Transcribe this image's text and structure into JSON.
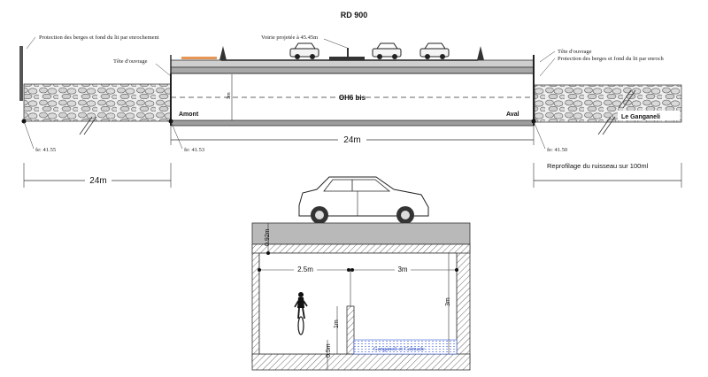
{
  "title": "RD 900",
  "profile": {
    "left_protection": "Protection des berges et fond du lit par enrochement",
    "left_head": "Tête d'ouvrage",
    "road_project": "Voirie projetée à 45.45m",
    "right_head": "Tête d'ouvrage",
    "right_protection": "Protection des berges et fond du lit par enroch",
    "culvert_name": "OH6 bis",
    "culvert_height": "3m",
    "upstream": "Amont",
    "downstream": "Aval",
    "stream_name": "Le Ganganeli",
    "fe_left": "fe: 41.55",
    "fe_mid": "fe: 41.53",
    "fe_right": "fe: 41.50",
    "length_culvert": "24m",
    "length_upstream": "24m",
    "reprofiling": "Reprofilage du ruisseau sur 100ml"
  },
  "section": {
    "dim_top_slab": "0.92m",
    "dim_left": "2.5m",
    "dim_right": "3m",
    "dim_height": "3m",
    "dim_wall": "1m",
    "dim_bottom": "0.5m",
    "water_label": "Ganganeli et Calmade"
  },
  "colors": {
    "stone": "#d9d9d9",
    "concrete": "#b9b9b9",
    "water": "#1f3fbf",
    "orange_mark": "#e07a2a"
  }
}
